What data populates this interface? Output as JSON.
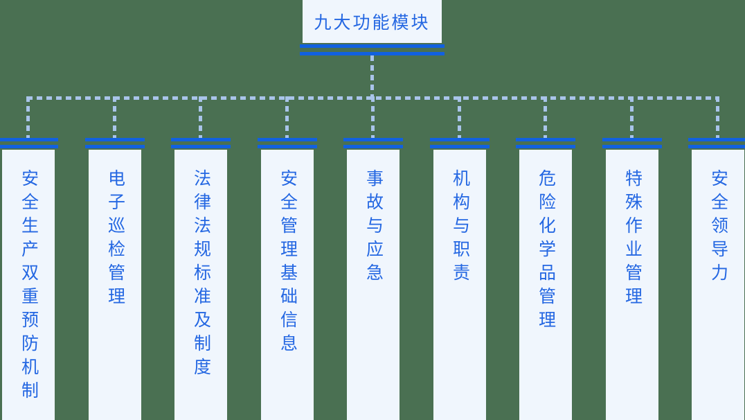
{
  "root": {
    "title": "九大功能模块"
  },
  "modules": [
    {
      "label": "安全生产双重预防机制"
    },
    {
      "label": "电子巡检管理"
    },
    {
      "label": "法律法规标准及制度"
    },
    {
      "label": "安全管理基础信息"
    },
    {
      "label": "事故与应急"
    },
    {
      "label": "机构与职责"
    },
    {
      "label": "危险化学品管理"
    },
    {
      "label": "特殊作业管理"
    },
    {
      "label": "安全领导力"
    }
  ],
  "colors": {
    "background": "#4A7052",
    "solid_rule_blue": "#1161E0",
    "label_text_blue": "#2467E2",
    "panel_background": "#F0F6FD",
    "dashed_connector_blue": "#A9C4EA"
  },
  "connector_style": "dashed"
}
